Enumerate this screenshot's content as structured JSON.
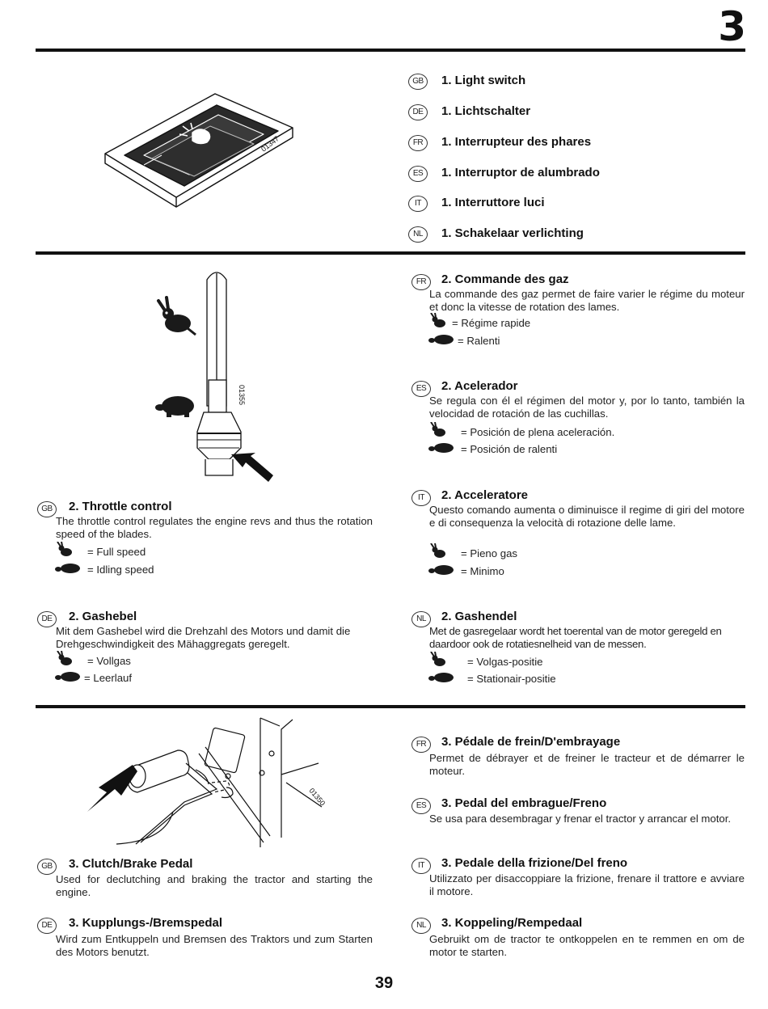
{
  "page": {
    "chapter_number": "3",
    "page_number": "39"
  },
  "languages": {
    "gb": "GB",
    "de": "DE",
    "fr": "FR",
    "es": "ES",
    "it": "IT",
    "nl": "NL"
  },
  "section1": {
    "figure_code": "01347",
    "gb": "1. Light switch",
    "de": "1. Lichtschalter",
    "fr": "1. Interrupteur des phares",
    "es": "1. Interruptor de alumbrado",
    "it": "1. Interruttore luci",
    "nl": "1. Schakelaar verlichting"
  },
  "section2": {
    "figure_code": "01355",
    "gb": {
      "title": "2. Throttle control",
      "text": "The throttle control regulates the engine revs and thus the rotation speed of the blades.",
      "fast": "= Full speed",
      "slow": "= Idling speed"
    },
    "de": {
      "title": "2. Gashebel",
      "text": "Mit dem Gashebel wird die Drehzahl des Motors und damit die Drehgeschwindigkeit des Mähaggregats geregelt.",
      "fast": "= Vollgas",
      "slow": "= Leerlauf"
    },
    "fr": {
      "title": "2. Commande des gaz",
      "text": "La commande des gaz permet de faire varier le régime du moteur et donc la vitesse de rotation des lames.",
      "fast": "= Régime rapide",
      "slow": "= Ralenti"
    },
    "es": {
      "title": "2. Acelerador",
      "text": "Se regula con él el régimen del motor y, por lo tanto, también la velocidad de rotación de las cuchillas.",
      "fast": "= Posición de plena aceleración.",
      "slow": "= Posición de ralenti"
    },
    "it": {
      "title": "2. Acceleratore",
      "text": "Questo comando aumenta o diminuisce il regime di giri del motore e di consequenza la velocità di rotazione delle lame.",
      "fast": "= Pieno gas",
      "slow": "= Minimo"
    },
    "nl": {
      "title": "2. Gashendel",
      "text": "Met de gasregelaar wordt het toerental van de motor geregeld en daardoor ook de rotatiesnelheid van de messen.",
      "fast": "= Volgas-positie",
      "slow": "= Stationair-positie"
    }
  },
  "section3": {
    "figure_code": "01350",
    "gb": {
      "title": "3. Clutch/Brake Pedal",
      "text": "Used for declutching and braking the tractor and starting the engine."
    },
    "de": {
      "title": "3. Kupplungs-/Bremspedal",
      "text": "Wird zum Entkuppeln und Bremsen des Traktors und zum Starten des Motors benutzt."
    },
    "fr": {
      "title": "3. Pédale de frein/D'embrayage",
      "text": "Permet de débrayer et de freiner le tracteur et de démarrer le moteur."
    },
    "es": {
      "title": "3. Pedal del embrague/Freno",
      "text": "Se usa para desembragar y frenar el tractor y arrancar el motor."
    },
    "it": {
      "title": "3. Pedale della frizione/Del freno",
      "text": "Utilizzato per disaccoppiare la frizione, frenare il trattore e avviare il motore."
    },
    "nl": {
      "title": "3. Koppeling/Rempedaal",
      "text": "Gebruikt om de tractor te ontkoppelen en te remmen en om de motor te starten."
    }
  }
}
